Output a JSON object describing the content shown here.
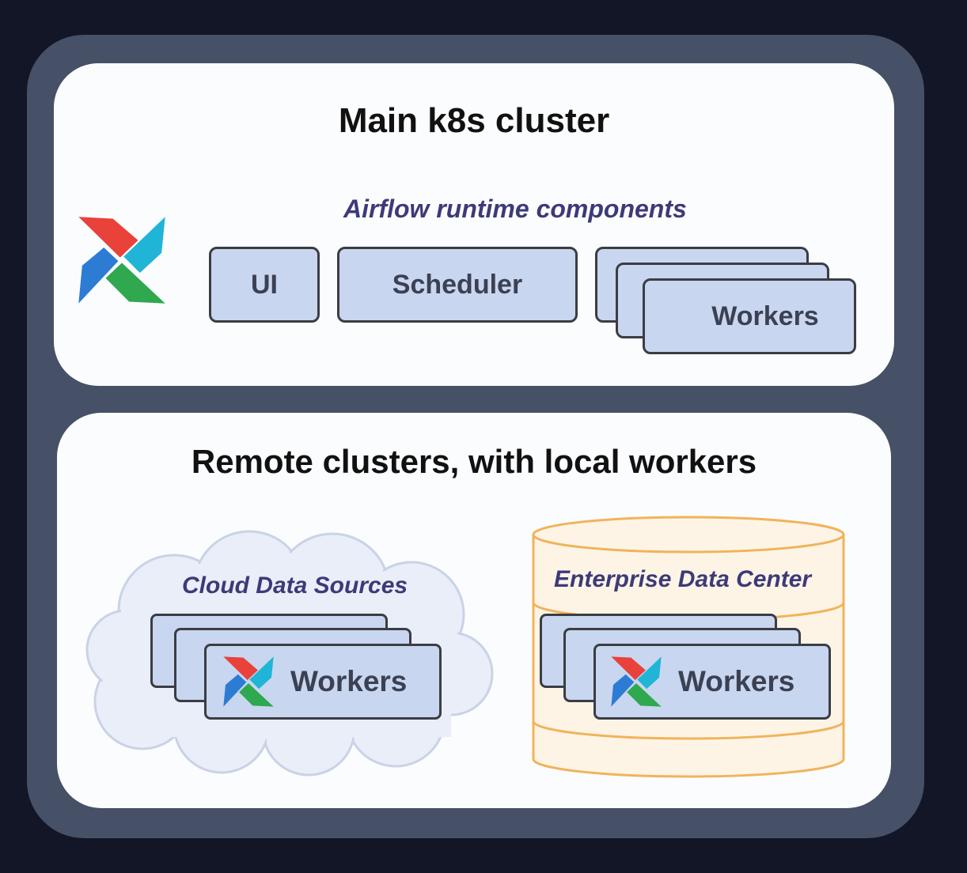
{
  "main_cluster": {
    "title": "Main k8s cluster",
    "runtime_label": "Airflow runtime components",
    "components": {
      "ui": "UI",
      "scheduler": "Scheduler",
      "workers": "Workers"
    }
  },
  "remote_clusters": {
    "title": "Remote clusters, with local workers",
    "cloud": {
      "label": "Cloud Data Sources",
      "workers": "Workers"
    },
    "data_center": {
      "label": "Enterprise Data Center",
      "workers": "Workers"
    }
  },
  "colors": {
    "background": "#121627",
    "frame": "#465066",
    "panel": "#fbfcfe",
    "box_fill": "#c9d6ef",
    "accent_text": "#3d3a78",
    "cloud_fill": "#e9eef8",
    "datacenter_stroke": "#f1b35a"
  },
  "icons": [
    "airflow-logo-icon",
    "cloud-icon",
    "database-cylinder-icon"
  ]
}
